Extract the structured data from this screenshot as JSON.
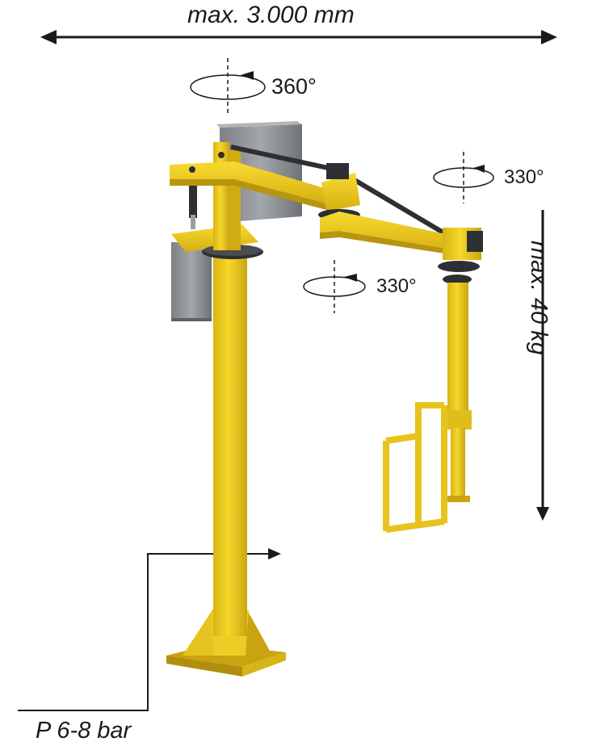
{
  "labels": {
    "reach": "max. 3.000 mm",
    "rotation_base": "360°",
    "rotation_outer_joint": "330°",
    "rotation_middle_joint": "330°",
    "max_load": "max. 40 kg",
    "air_pressure": "P 6-8 bar"
  },
  "colors": {
    "yellow": "#f2cc1c",
    "yellow_dark": "#c9a410",
    "grey_box": "#8e9196",
    "dark_metal": "#2d2f33",
    "arrow": "#1a1a1a"
  }
}
